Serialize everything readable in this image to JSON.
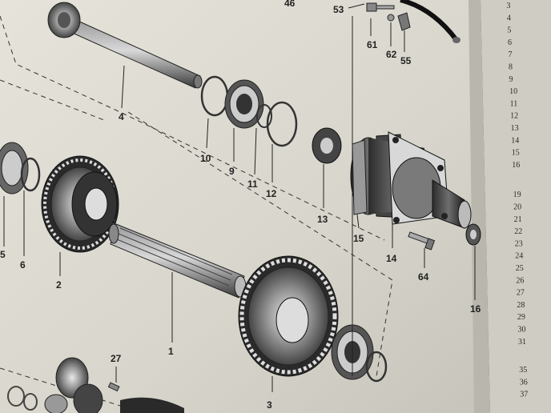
{
  "callouts": [
    {
      "id": "46"
    },
    {
      "id": "53"
    },
    {
      "id": "61"
    },
    {
      "id": "62"
    },
    {
      "id": "55"
    },
    {
      "id": "4"
    },
    {
      "id": "10"
    },
    {
      "id": "9"
    },
    {
      "id": "11"
    },
    {
      "id": "12"
    },
    {
      "id": "13"
    },
    {
      "id": "15"
    },
    {
      "id": "14"
    },
    {
      "id": "64"
    },
    {
      "id": "16"
    },
    {
      "id": "5"
    },
    {
      "id": "6"
    },
    {
      "id": "2"
    },
    {
      "id": "1"
    },
    {
      "id": "27"
    },
    {
      "id": "3"
    }
  ],
  "right_column_numbers": [
    "3",
    "4",
    "5",
    "6",
    "7",
    "8",
    "9",
    "10",
    "11",
    "12",
    "13",
    "14",
    "15",
    "16",
    "19",
    "20",
    "21",
    "22",
    "23",
    "24",
    "25",
    "26",
    "27",
    "28",
    "29",
    "30",
    "31",
    "35",
    "36",
    "37"
  ],
  "colors": {
    "paper": "#dcdad0",
    "ink": "#222222",
    "metal_dark": "#3b3b3b",
    "metal_mid": "#777777",
    "metal_light": "#bdbdbd",
    "right_page": "#cfcdc3"
  }
}
